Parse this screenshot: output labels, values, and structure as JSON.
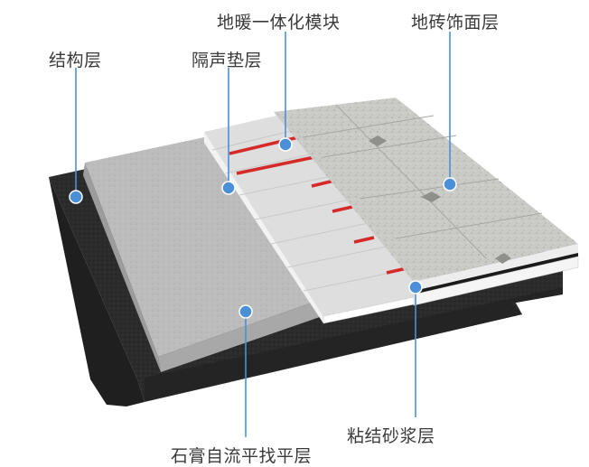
{
  "labels": {
    "structure_layer": "结构层",
    "heating_module": "地暖一体化模块",
    "insulation_layer": "隔声垫层",
    "tile_layer": "地砖饰面层",
    "adhesive_mortar": "粘结砂浆层",
    "gypsum_leveling": "石膏自流平找平层"
  },
  "colors": {
    "structure": "#2a2a2a",
    "leveling": "#bdbdbd",
    "module": "#e4e4e4",
    "pipe": "#d42a2a",
    "tile": "#c9c9c6",
    "callout": "#4a90d9"
  }
}
